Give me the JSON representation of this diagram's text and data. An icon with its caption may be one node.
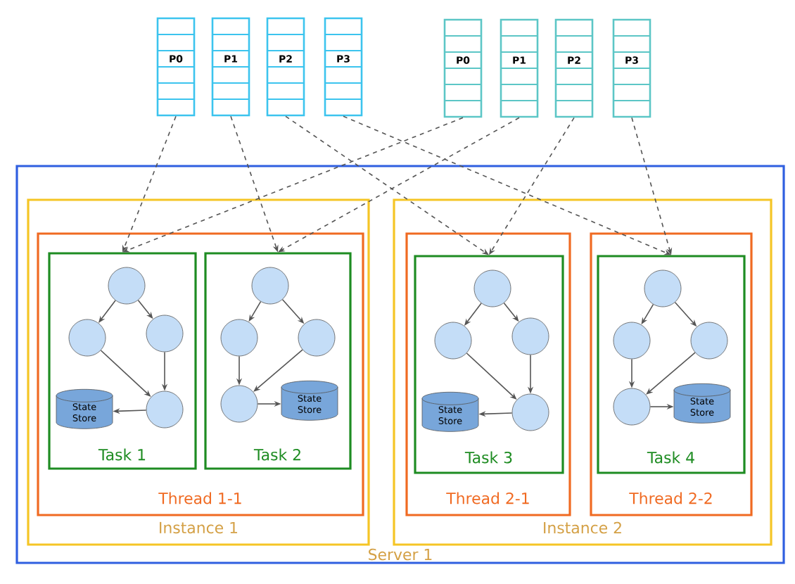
{
  "diagram": {
    "nodes": [
      {
        "text": [
          "P0"
        ]
      },
      {
        "text": [
          "P1"
        ]
      },
      {
        "text": [
          "P2"
        ]
      },
      {
        "text": [
          "P3"
        ]
      },
      {
        "text": [
          "P0"
        ]
      },
      {
        "text": [
          "P1"
        ]
      },
      {
        "text": [
          "P2"
        ]
      },
      {
        "text": [
          "P3"
        ]
      },
      {
        "text": [
          "Server 1"
        ]
      },
      {
        "text": [
          "Instance 1"
        ],
        "in": 8
      },
      {
        "text": [
          "Thread 1-1"
        ],
        "in": 9
      },
      {
        "text": [
          "Task 1"
        ],
        "in": 10
      },
      {
        "text": [],
        "shape": "circle",
        "in": 11
      },
      {
        "text": [],
        "shape": "circle",
        "in": 11
      },
      {
        "text": [],
        "shape": "circle",
        "in": 11
      },
      {
        "text": [],
        "shape": "circle",
        "in": 11
      },
      {
        "text": [
          "State Store"
        ],
        "in": 11
      },
      {
        "text": [
          "Task 2"
        ],
        "in": 10
      },
      {
        "text": [],
        "shape": "circle",
        "in": 17
      },
      {
        "text": [],
        "shape": "circle",
        "in": 17
      },
      {
        "text": [],
        "shape": "circle",
        "in": 17
      },
      {
        "text": [],
        "shape": "circle",
        "in": 17
      },
      {
        "text": [
          "State Store"
        ],
        "in": 17
      },
      {
        "text": [
          "Instance 2"
        ],
        "in": 8
      },
      {
        "text": [
          "Thread 2-1"
        ],
        "in": 23
      },
      {
        "text": [
          "Task 3"
        ],
        "in": 24
      },
      {
        "text": [],
        "shape": "circle",
        "in": 25
      },
      {
        "text": [],
        "shape": "circle",
        "in": 25
      },
      {
        "text": [],
        "shape": "circle",
        "in": 25
      },
      {
        "text": [],
        "shape": "circle",
        "in": 25
      },
      {
        "text": [
          "State Store"
        ],
        "in": 25
      },
      {
        "text": [
          "Thread 2-2"
        ],
        "in": 23
      },
      {
        "text": [
          "Task 4"
        ],
        "in": 31
      },
      {
        "text": [],
        "shape": "circle",
        "in": 32
      },
      {
        "text": [],
        "shape": "circle",
        "in": 32
      },
      {
        "text": [],
        "shape": "circle",
        "in": 32
      },
      {
        "text": [],
        "shape": "circle",
        "in": 32
      },
      {
        "text": [
          "State Store"
        ],
        "in": 32
      }
    ],
    "edges": [
      {
        "from": 0,
        "to": 11,
        "arrow": "to",
        "style": "dashed"
      },
      {
        "from": 1,
        "to": 17,
        "arrow": "to",
        "style": "dashed"
      },
      {
        "from": 2,
        "to": 25,
        "arrow": "to",
        "style": "dashed"
      },
      {
        "from": 3,
        "to": 32,
        "arrow": "to",
        "style": "dashed"
      },
      {
        "from": 4,
        "to": 11,
        "arrow": "to",
        "style": "dashed"
      },
      {
        "from": 5,
        "to": 17,
        "arrow": "to",
        "style": "dashed"
      },
      {
        "from": 6,
        "to": 25,
        "arrow": "to",
        "style": "dashed"
      },
      {
        "from": 7,
        "to": 32,
        "arrow": "to",
        "style": "dashed"
      },
      {
        "from": 12,
        "to": 13,
        "arrow": "to"
      },
      {
        "from": 12,
        "to": 14,
        "arrow": "to"
      },
      {
        "from": 13,
        "to": 15,
        "arrow": "to"
      },
      {
        "from": 14,
        "to": 15,
        "arrow": "to"
      },
      {
        "from": 15,
        "to": 16,
        "arrow": "to"
      },
      {
        "from": 18,
        "to": 19,
        "arrow": "to"
      },
      {
        "from": 18,
        "to": 20,
        "arrow": "to"
      },
      {
        "from": 19,
        "to": 21,
        "arrow": "to"
      },
      {
        "from": 20,
        "to": 21,
        "arrow": "to"
      },
      {
        "from": 21,
        "to": 22,
        "arrow": "to"
      },
      {
        "from": 26,
        "to": 27,
        "arrow": "to"
      },
      {
        "from": 26,
        "to": 28,
        "arrow": "to"
      },
      {
        "from": 27,
        "to": 29,
        "arrow": "to"
      },
      {
        "from": 28,
        "to": 29,
        "arrow": "to"
      },
      {
        "from": 29,
        "to": 30,
        "arrow": "to"
      },
      {
        "from": 33,
        "to": 34,
        "arrow": "to"
      },
      {
        "from": 33,
        "to": 35,
        "arrow": "to"
      },
      {
        "from": 34,
        "to": 36,
        "arrow": "to"
      },
      {
        "from": 35,
        "to": 36,
        "arrow": "to"
      },
      {
        "from": 36,
        "to": 37,
        "arrow": "to"
      }
    ]
  }
}
